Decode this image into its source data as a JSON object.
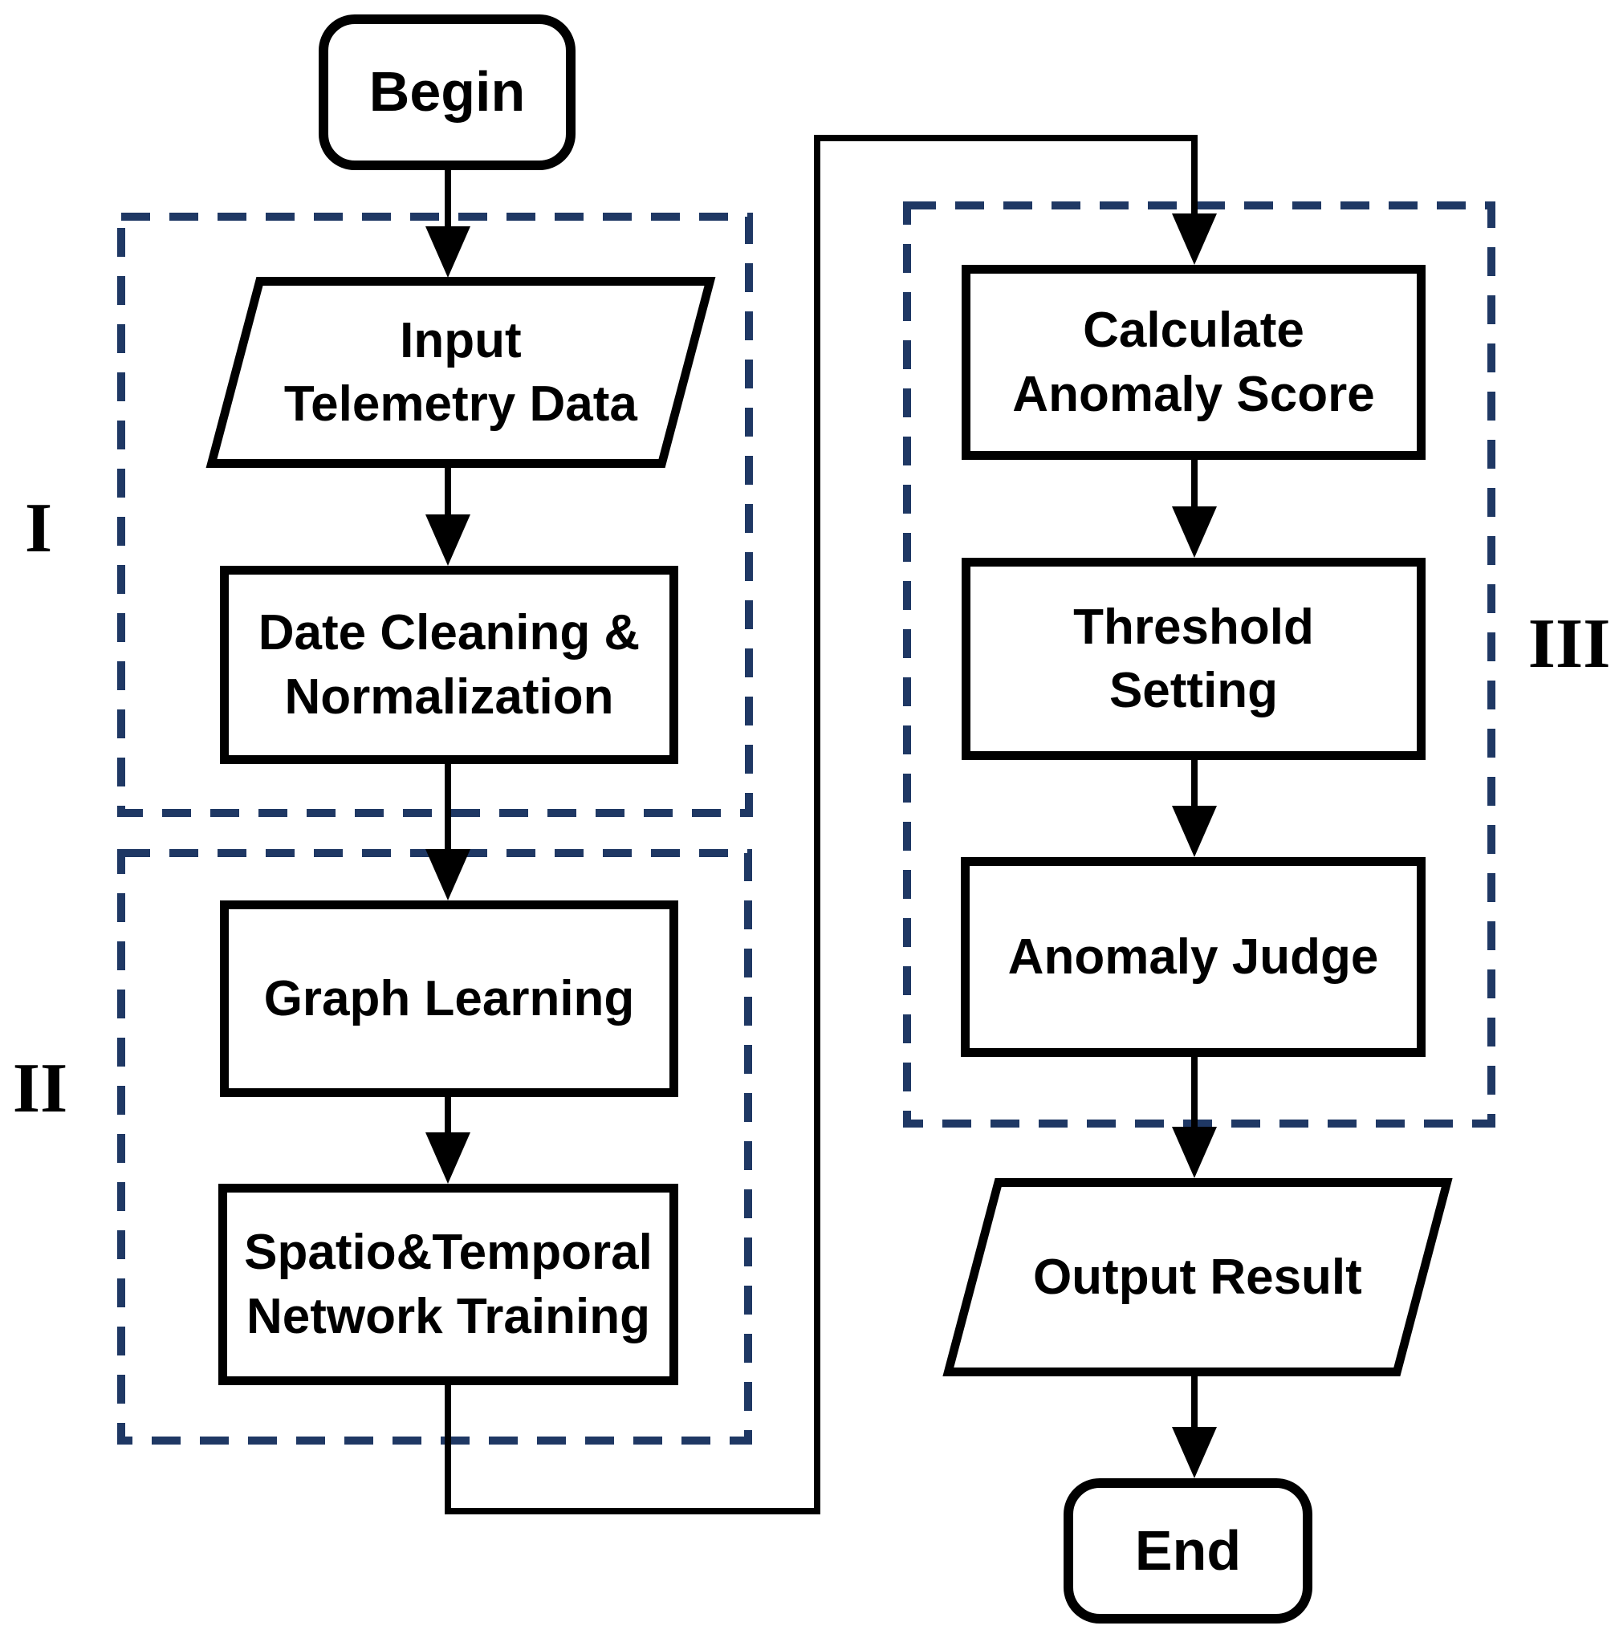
{
  "diagram": {
    "background_color": "#ffffff",
    "line_color": "#000000",
    "stage_border_color": "#1f3864",
    "stages": [
      {
        "numeral": "I"
      },
      {
        "numeral": "II"
      },
      {
        "numeral": "III"
      }
    ],
    "nodes": {
      "begin": {
        "label": "Begin"
      },
      "input": {
        "lines": [
          "Input",
          "Telemetry Data"
        ]
      },
      "cleaning": {
        "lines": [
          "Date Cleaning &",
          "Normalization"
        ]
      },
      "graph": {
        "label": "Graph Learning"
      },
      "spatio": {
        "lines": [
          "Spatio&Temporal",
          "Network Training"
        ]
      },
      "calculate": {
        "lines": [
          "Calculate",
          "Anomaly Score"
        ]
      },
      "threshold": {
        "lines": [
          "Threshold",
          "Setting"
        ]
      },
      "judge": {
        "label": "Anomaly Judge"
      },
      "output": {
        "label": "Output Result"
      },
      "end": {
        "label": "End"
      }
    }
  }
}
